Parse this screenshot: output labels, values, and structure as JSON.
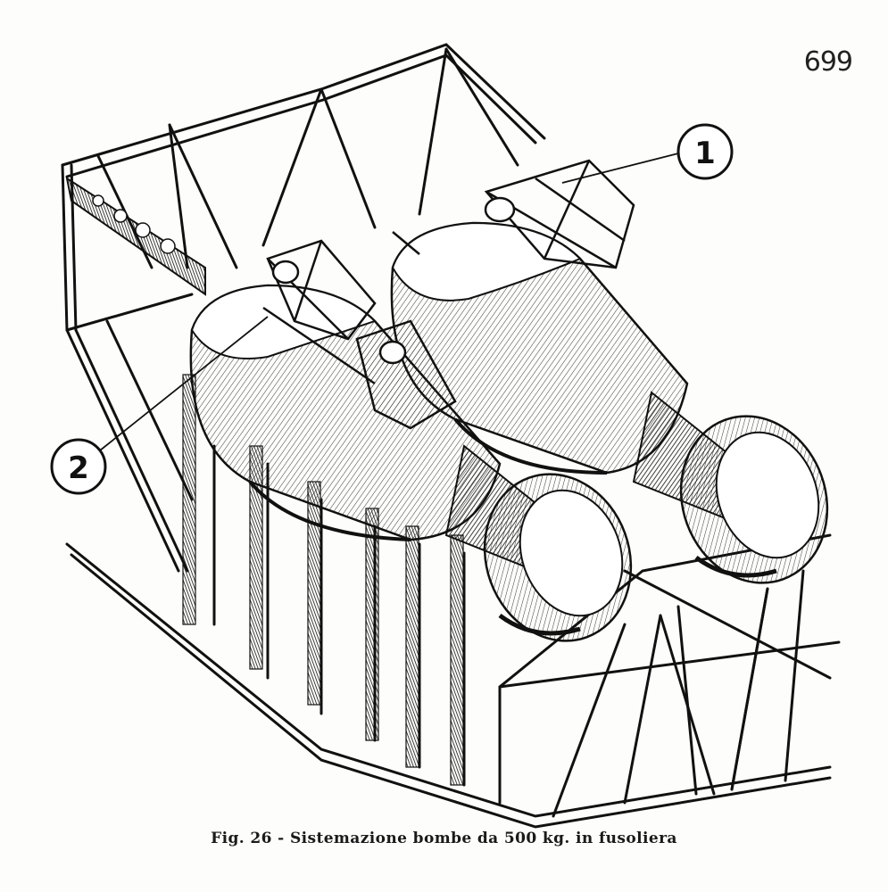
{
  "page": {
    "number": "699"
  },
  "figure": {
    "caption": "Fig. 26 - Sistemazione bombe da 500 kg. in fusoliera",
    "callouts": [
      {
        "label": "1"
      },
      {
        "label": "2"
      }
    ]
  }
}
